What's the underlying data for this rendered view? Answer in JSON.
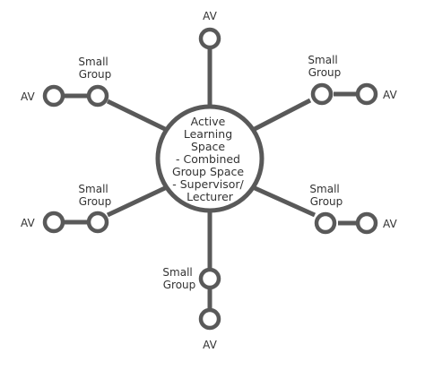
{
  "diagram": {
    "center": {
      "lines": [
        "Active",
        "Learning",
        "Space",
        "- Combined",
        "Group Space",
        "- Supervisor/",
        "Lecturer"
      ]
    },
    "small_group": [
      "Small",
      "Group"
    ],
    "av": "AV",
    "colors": {
      "stroke": "#595959",
      "text": "#333333",
      "background": "#ffffff"
    }
  }
}
